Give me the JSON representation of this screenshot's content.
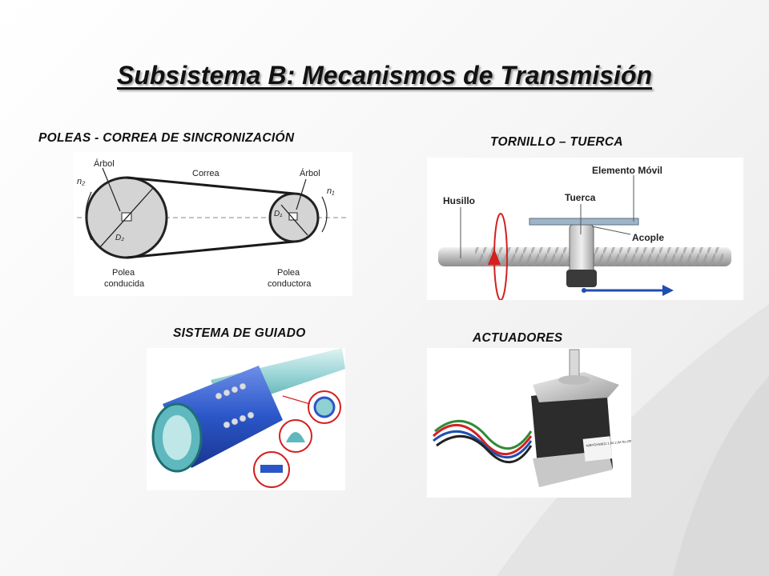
{
  "slide": {
    "title": "Subsistema B: Mecanismos de Transmisión"
  },
  "sections": {
    "poleas": {
      "caption": "POLEAS - CORREA DE SINCRONIZACIÓN",
      "labels": {
        "arbol_left": "Árbol",
        "arbol_right": "Árbol",
        "correa": "Correa",
        "n2": "n₂",
        "n1": "n₁",
        "d1": "D₁",
        "d2": "D₂",
        "polea_conducida_l1": "Polea",
        "polea_conducida_l2": "conducida",
        "polea_conductora_l1": "Polea",
        "polea_conductora_l2": "conductora"
      }
    },
    "tornillo": {
      "caption": "TORNILLO – TUERCA",
      "labels": {
        "elemento_movil": "Elemento Móvil",
        "husillo": "Husillo",
        "tuerca": "Tuerca",
        "acople": "Acople"
      }
    },
    "guiado": {
      "caption": "SISTEMA DE GUIADO"
    },
    "actuadores": {
      "caption": "ACTUADORES",
      "label_text": "42BYGHW811\n1.6A 2.0A\nNo.2009.1125"
    }
  },
  "colors": {
    "belt": "#1a1a1a",
    "rod": "#c9c9c9",
    "arrow_blue": "#1e4fb0",
    "arrow_red": "#d42020",
    "guide_blue": "#2a56c8",
    "guide_teal": "#6fc4c8"
  }
}
